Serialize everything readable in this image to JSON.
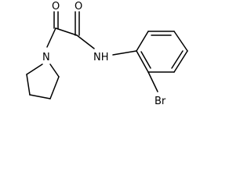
{
  "diagram": {
    "type": "skeletal-structure",
    "line_color": "#000000",
    "background": "#ffffff",
    "atom_labels": {
      "o_left": "O",
      "o_right": "O",
      "n_ring": "N",
      "nh": "NH",
      "br": "Br"
    }
  }
}
